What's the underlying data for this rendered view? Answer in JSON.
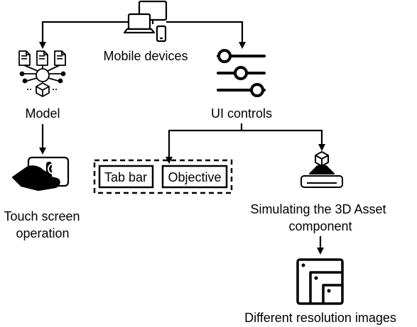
{
  "diagram": {
    "labels": {
      "mobile_devices": "Mobile devices",
      "model": "Model",
      "ui_controls": "UI controls",
      "touch_line1": "Touch screen",
      "touch_line2": "operation",
      "sim_line1": "Simulating the 3D Asset",
      "sim_line2": "component",
      "diff_res": "Different resolution images"
    },
    "ui_elements": {
      "tab_bar": "Tab bar",
      "objective": "Objective"
    },
    "icons": {
      "devices": "devices-icon",
      "model": "neural-network-icon",
      "ui_controls": "sliders-icon",
      "touch": "touch-screen-icon",
      "asset": "3d-asset-icon",
      "resolution": "resolution-images-icon"
    },
    "colors": {
      "stroke": "#000000",
      "background": "#ffffff"
    }
  }
}
